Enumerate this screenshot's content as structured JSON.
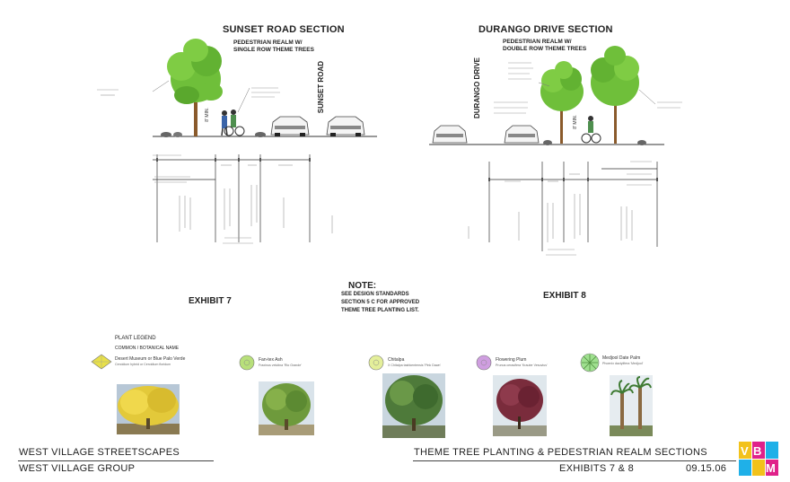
{
  "sunset": {
    "title": "SUNSET ROAD SECTION",
    "subtitle_1": "PEDESTRIAN REALM W/",
    "subtitle_2": "SINGLE ROW THEME TREES",
    "road_label": "SUNSET ROAD",
    "min_label": "8' MIN."
  },
  "durango": {
    "title": "DURANGO DRIVE SECTION",
    "subtitle_1": "PEDESTRIAN REALM W/",
    "subtitle_2": "DOUBLE ROW THEME TREES",
    "road_label": "DURANGO DRIVE",
    "min_label": "8' MIN."
  },
  "exhibit_7": "EXHIBIT 7",
  "exhibit_8": "EXHIBIT 8",
  "note": {
    "heading": "NOTE:",
    "line_1": "SEE DESIGN STANDARDS",
    "line_2": "SECTION 5 C FOR APPROVED",
    "line_3": "THEME TREE PLANTING LIST."
  },
  "legend": {
    "heading": "PLANT LEGEND",
    "subheading": "COMMON / BOTANICAL NAME",
    "plants": [
      {
        "name": "Desert Museum or Blue Palo Verde",
        "botanical": "Cercidium hybrid or Cercidium floridum",
        "color": "#e8e04a"
      },
      {
        "name": "Fan-tex Ash",
        "botanical": "Fraxinus velutina 'Rio Grande'",
        "color": "#b8e07a"
      },
      {
        "name": "Chitalpa",
        "botanical": "X Chitalpa tashkentensis 'Pink Dawn'",
        "color": "#e4ef9a"
      },
      {
        "name": "Flowering Plum",
        "botanical": "Prunus cerasifera 'Krauter Vesuvius'",
        "color": "#cf9ee0"
      },
      {
        "name": "Medjool Date Palm",
        "botanical": "Phoenix dactylifera 'Medjool'",
        "color": "#9fe08f"
      }
    ]
  },
  "footer": {
    "left_1": "WEST VILLAGE STREETSCAPES",
    "left_2": "WEST VILLAGE GROUP",
    "right_1": "THEME TREE PLANTING & PEDESTRIAN REALM SECTIONS",
    "right_2": "EXHIBITS 7 & 8",
    "date": "09.15.06"
  },
  "colors": {
    "tree_green": "#6fbf3a",
    "tree_dark": "#3f7f22",
    "trunk": "#8a5a2b",
    "logo_pink": "#e0218a",
    "logo_yellow": "#f2c21b",
    "logo_blue": "#1fb0e8"
  },
  "logo": {
    "letters": "VBM"
  }
}
